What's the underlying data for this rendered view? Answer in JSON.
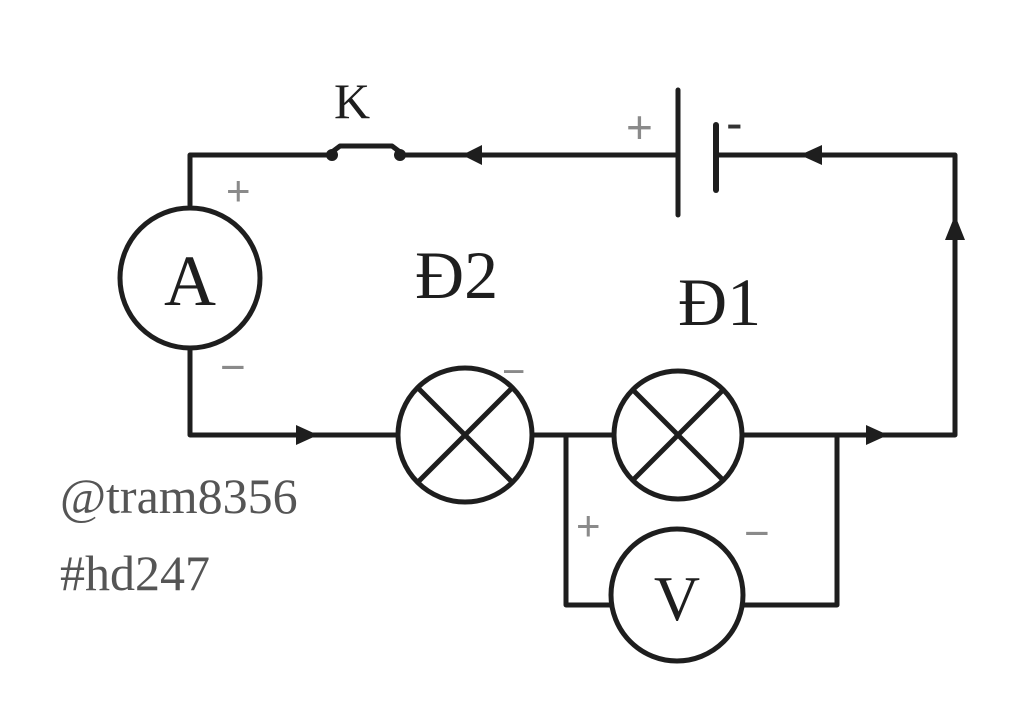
{
  "labels": {
    "switch": "K",
    "ammeter": "A",
    "voltmeter": "V",
    "lamp2": "Đ2",
    "lamp1": "Đ1",
    "battery_plus": "+",
    "battery_minus": "-",
    "ammeter_plus": "+",
    "ammeter_minus": "−",
    "lamp2_minus": "−",
    "voltmeter_plus": "+",
    "voltmeter_minus": "−"
  },
  "watermark": {
    "line1": "@tram8356",
    "line2": "#hd247"
  },
  "colors": {
    "ink": "#1e1e1e",
    "sign": "#8a8a8a",
    "watermark": "#555555"
  }
}
